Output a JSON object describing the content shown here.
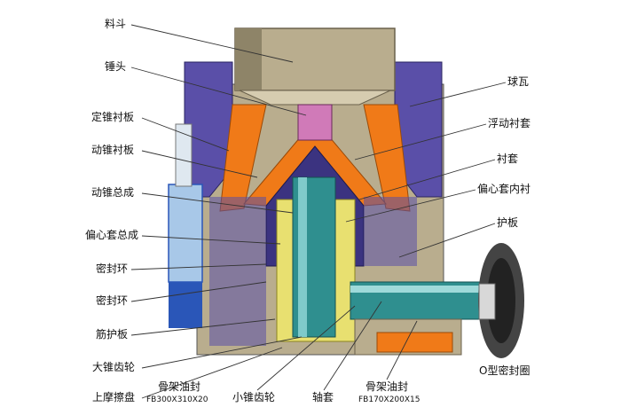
{
  "labels": {
    "hopper": "料斗",
    "hammer_head": "锤头",
    "fixed_cone_liner": "定锥衬板",
    "moving_cone_liner": "动锥衬板",
    "moving_cone_assembly": "动锥总成",
    "eccentric_assembly": "偏心套总成",
    "seal_ring_1": "密封环",
    "seal_ring_2": "密封环",
    "rib_guard": "筋护板",
    "large_bevel_gear": "大锥齿轮",
    "upper_friction_disc": "上摩擦盘",
    "skeleton_oil_seal_left": "骨架油封",
    "skeleton_oil_seal_left_spec": "FB300X310X20",
    "small_bevel_gear": "小锥齿轮",
    "shaft_sleeve": "轴套",
    "skeleton_oil_seal_right": "骨架油封",
    "skeleton_oil_seal_right_spec": "FB170X200X15",
    "ball_bearing": "球瓦",
    "floating_bushing": "浮动衬套",
    "bushing": "衬套",
    "eccentric_inner_bushing": "偏心套内衬",
    "guard_plate": "护板",
    "o_ring": "O型密封圈"
  },
  "colors": {
    "purple": "#5a4fa8",
    "dark_purple": "#3b3380",
    "orange": "#f07a18",
    "khaki": "#b9ad8e",
    "khaki_dark": "#8e8468",
    "teal": "#2f8f8f",
    "light_blue": "#a8c8e8",
    "blue": "#2a56b8",
    "yellow": "#e8e070",
    "pink": "#d07ab8",
    "leader": "#333333"
  }
}
